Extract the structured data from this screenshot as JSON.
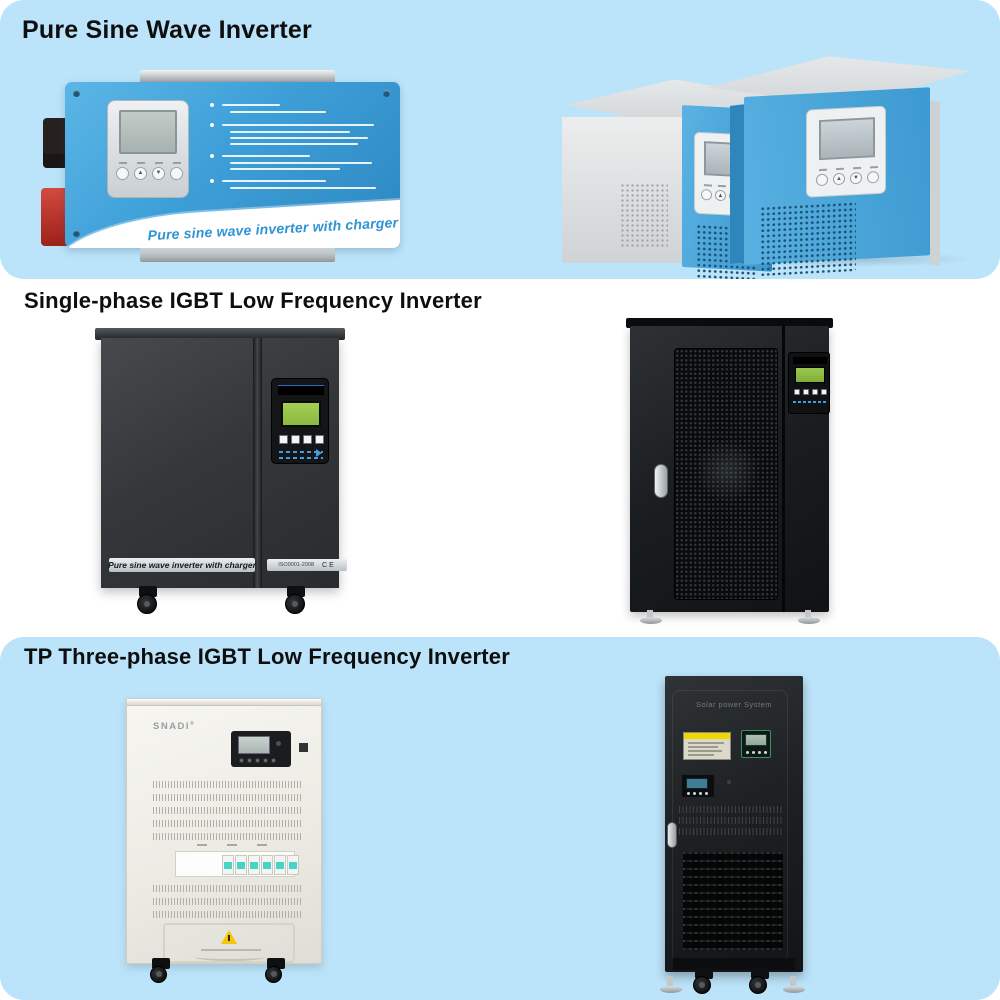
{
  "page": {
    "background": "#ffffff",
    "band_color": "#bbe3f9"
  },
  "sections": [
    {
      "heading": "Pure Sine Wave Inverter"
    },
    {
      "heading": "Single-phase IGBT Low Frequency Inverter"
    },
    {
      "heading": "TP Three-phase IGBT Low Frequency Inverter"
    }
  ],
  "products": {
    "wall_mount": {
      "swoosh_text": "Pure sine wave inverter with charger",
      "body_color": "#3e9fd8"
    },
    "tower_pair": {
      "front_color": "#4aa6dc",
      "body_color": "#d9dde0"
    },
    "single_phase_cabinet": {
      "strip_text": "Pure sine wave inverter with charger",
      "cert_text": "ISO9001-2008",
      "ce_text": "CE",
      "body_color": "#35393c"
    },
    "mesh_tower": {
      "body_color": "#1a1d1f"
    },
    "snadi_cabinet": {
      "brand": "SNADI",
      "reg_mark": "®",
      "body_color": "#efeee7"
    },
    "solar_cabinet": {
      "top_label": "Solar power System",
      "body_color": "#212426"
    }
  }
}
